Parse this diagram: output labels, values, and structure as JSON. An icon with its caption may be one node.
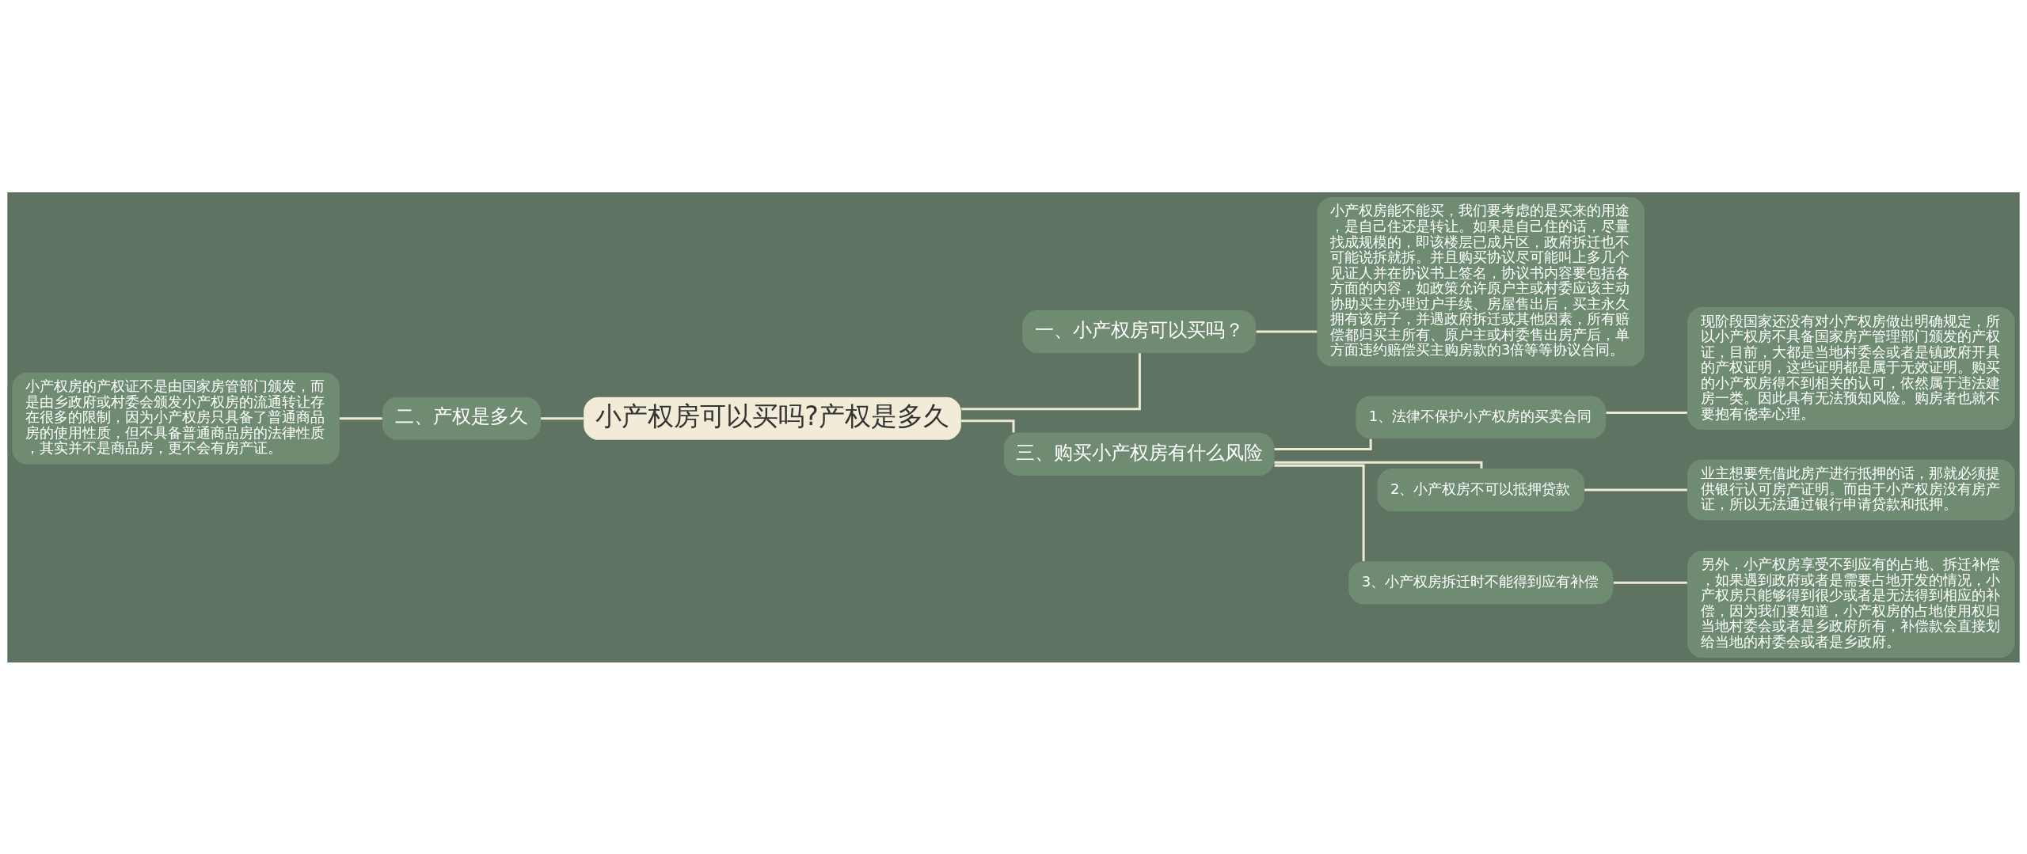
{
  "diagram": {
    "nodes": [
      {
        "text": [
          "小产权房可以买吗?产权是多久"
        ]
      },
      {
        "text": [
          "一、小产权房可以买吗？"
        ]
      },
      {
        "text": [
          "小产权房能不能买，我们要考虑的是买来的用途，是自己住还是转让。如果是自己住的话，尽量找成规模的，即该楼层已成片区，政府拆迁也不可能说拆就拆。并且购买协议尽可能叫上多几个见证人并在协议书上签名，协议书内容要包括各方面的内容，如政策允许原户主或村委应该主动协助买主办理过户手续、房屋售出后，买主永久拥有该房子，并遇政府拆迁或其他因素，所有赔偿都归买主所有、原户主或村委售出房产后，单方面违约赔偿买主购房款的3倍等等协议合同。"
        ]
      },
      {
        "text": [
          "二、产权是多久"
        ]
      },
      {
        "text": [
          "小产权房的产权证不是由国家房管部门颁发，而是由乡政府或村委会颁发小产权房的流通转让存在很多的限制，因为小产权房只具备了普通商品房的使用性质，但不具备普通商品房的法律性质，其实并不是商品房，更不会有房产证。"
        ]
      },
      {
        "text": [
          "三、购买小产权房有什么风险"
        ]
      },
      {
        "text": [
          "1、法律不保护小产权房的买卖合同"
        ]
      },
      {
        "text": [
          "现阶段国家还没有对小产权房做出明确规定，所以小产权房不具备国家房产管理部门颁发的产权证，目前，大都是当地村委会或者是镇政府开具的产权证明，这些证明都是属于无效证明。购买的小产权房得不到相关的认可，依然属于违法建房一类。因此具有无法预知风险。购房者也就不要抱有侥幸心理。"
        ]
      },
      {
        "text": [
          "2、小产权房不可以抵押贷款"
        ]
      },
      {
        "text": [
          "业主想要凭借此房产进行抵押的话，那就必须提供银行认可房产证明。而由于小产权房没有房产证，所以无法通过银行申请贷款和抵押。"
        ]
      },
      {
        "text": [
          "3、小产权房拆迁时不能得到应有补偿"
        ]
      },
      {
        "text": [
          "另外，小产权房享受不到应有的占地、拆迁补偿，如果遇到政府或者是需要占地开发的情况，小产权房只能够得到很少或者是无法得到相应的补偿，因为我们要知道，小产权房的占地使用权归当地村委会或者是乡政府所有，补偿款会直接划给当地的村委会或者是乡政府。"
        ]
      }
    ],
    "edges": [
      {
        "from": 0,
        "to": 1,
        "arrow": "none"
      },
      {
        "from": 1,
        "to": 2,
        "arrow": "none"
      },
      {
        "from": 0,
        "to": 3,
        "arrow": "none"
      },
      {
        "from": 3,
        "to": 4,
        "arrow": "none"
      },
      {
        "from": 0,
        "to": 5,
        "arrow": "none"
      },
      {
        "from": 5,
        "to": 6,
        "arrow": "none"
      },
      {
        "from": 6,
        "to": 7,
        "arrow": "none"
      },
      {
        "from": 5,
        "to": 8,
        "arrow": "none"
      },
      {
        "from": 8,
        "to": 9,
        "arrow": "none"
      },
      {
        "from": 5,
        "to": 10,
        "arrow": "none"
      },
      {
        "from": 10,
        "to": 11,
        "arrow": "none"
      }
    ]
  }
}
